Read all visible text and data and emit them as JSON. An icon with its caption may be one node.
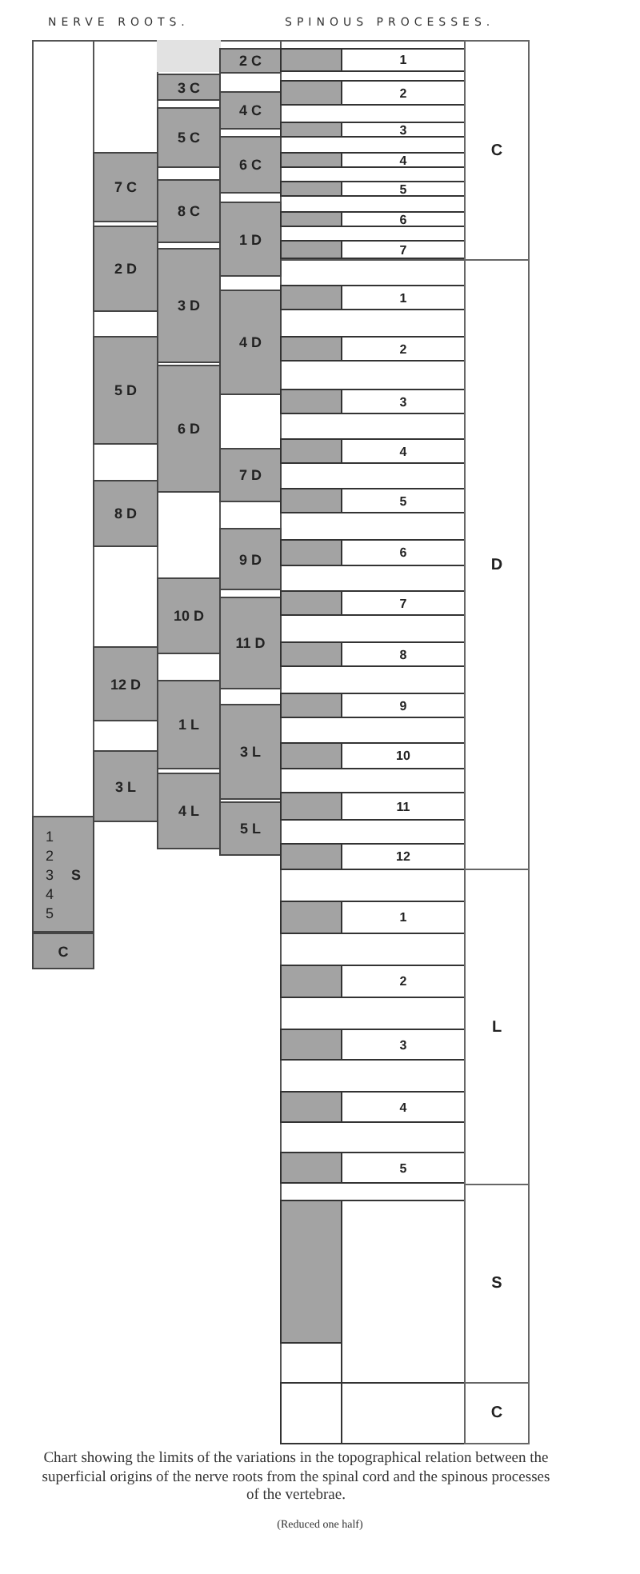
{
  "diagram": {
    "caption": "Chart showing the limits of the variations in the topographical relation between the superficial origins of the nerve roots from the spinal cord and the spinous processes of the vertebrae.",
    "nodes": [
      {
        "text": [
          "1 2 3 4 5",
          "S"
        ]
      },
      {
        "text": [
          "C"
        ]
      },
      {
        "text": [
          "7 C"
        ]
      },
      {
        "text": [
          "2 D"
        ]
      },
      {
        "text": [
          "5 D"
        ]
      },
      {
        "text": [
          "8 D"
        ]
      },
      {
        "text": [
          "12 D"
        ]
      },
      {
        "text": [
          "3 L"
        ]
      },
      {
        "text": [
          "3 C"
        ]
      },
      {
        "text": [
          "5 C"
        ]
      },
      {
        "text": [
          "8 C"
        ]
      },
      {
        "text": [
          "3 D"
        ]
      },
      {
        "text": [
          "6 D"
        ]
      },
      {
        "text": [
          "10 D"
        ]
      },
      {
        "text": [
          "1 L"
        ]
      },
      {
        "text": [
          "4 L"
        ]
      },
      {
        "text": [
          "2 C"
        ]
      },
      {
        "text": [
          "4 C"
        ]
      },
      {
        "text": [
          "6 C"
        ]
      },
      {
        "text": [
          "1 D"
        ]
      },
      {
        "text": [
          "4 D"
        ]
      },
      {
        "text": [
          "7 D"
        ]
      },
      {
        "text": [
          "9 D"
        ]
      },
      {
        "text": [
          "11 D"
        ]
      },
      {
        "text": [
          "3 L"
        ]
      },
      {
        "text": [
          "5 L"
        ]
      },
      {
        "text": [
          "1"
        ]
      },
      {
        "text": [
          "2"
        ]
      },
      {
        "text": [
          "3"
        ]
      },
      {
        "text": [
          "4"
        ]
      },
      {
        "text": [
          "5"
        ]
      },
      {
        "text": [
          "6"
        ]
      },
      {
        "text": [
          "7"
        ]
      },
      {
        "text": [
          "1"
        ]
      },
      {
        "text": [
          "2"
        ]
      },
      {
        "text": [
          "3"
        ]
      },
      {
        "text": [
          "4"
        ]
      },
      {
        "text": [
          "5"
        ]
      },
      {
        "text": [
          "6"
        ]
      },
      {
        "text": [
          "7"
        ]
      },
      {
        "text": [
          "8"
        ]
      },
      {
        "text": [
          "9"
        ]
      },
      {
        "text": [
          "10"
        ]
      },
      {
        "text": [
          "11"
        ]
      },
      {
        "text": [
          "12"
        ]
      },
      {
        "text": [
          "1"
        ]
      },
      {
        "text": [
          "2"
        ]
      },
      {
        "text": [
          "3"
        ]
      },
      {
        "text": [
          "4"
        ]
      },
      {
        "text": [
          "5"
        ]
      },
      {
        "text": [
          "C"
        ]
      },
      {
        "text": [
          "D"
        ]
      },
      {
        "text": [
          "L"
        ]
      },
      {
        "text": [
          "S"
        ]
      },
      {
        "text": [
          "C"
        ]
      },
      {
        "text": [],
        "shape": "bar"
      }
    ],
    "labels": [
      "NERVE ROOTS.",
      "SPINOUS PROCESSES.",
      "(Reduced one half)"
    ]
  }
}
